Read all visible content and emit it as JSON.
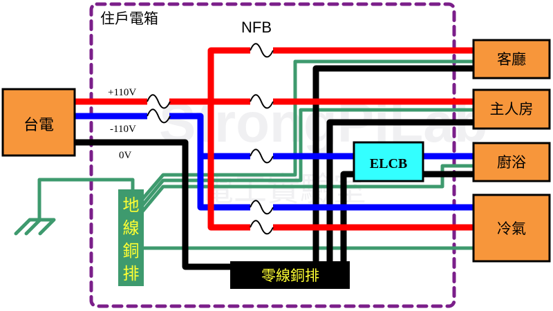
{
  "title": "住戶電箱",
  "nfb_label": "NFB",
  "source": {
    "label": "台電"
  },
  "voltages": {
    "plus": "+110V",
    "minus": "-110V",
    "zero": "0V"
  },
  "ground_bar": {
    "chars": [
      "地",
      "線",
      "銅",
      "排"
    ]
  },
  "neutral_bar": {
    "label": "零線銅排"
  },
  "elcb": {
    "label": "ELCB"
  },
  "loads": [
    {
      "label": "客廳"
    },
    {
      "label": "主人房"
    },
    {
      "label": "廚浴"
    },
    {
      "label": "冷氣"
    }
  ],
  "watermark": "StrongPiLab 電工實驗室",
  "colors": {
    "live_plus": "#FF0000",
    "live_minus": "#0000FF",
    "neutral": "#000000",
    "ground": "#3E9A6E",
    "box": "#F7963B",
    "elcb": "#33FFFF",
    "enclosure": "#7B1F8A",
    "bar_text": "#FFFF33"
  }
}
